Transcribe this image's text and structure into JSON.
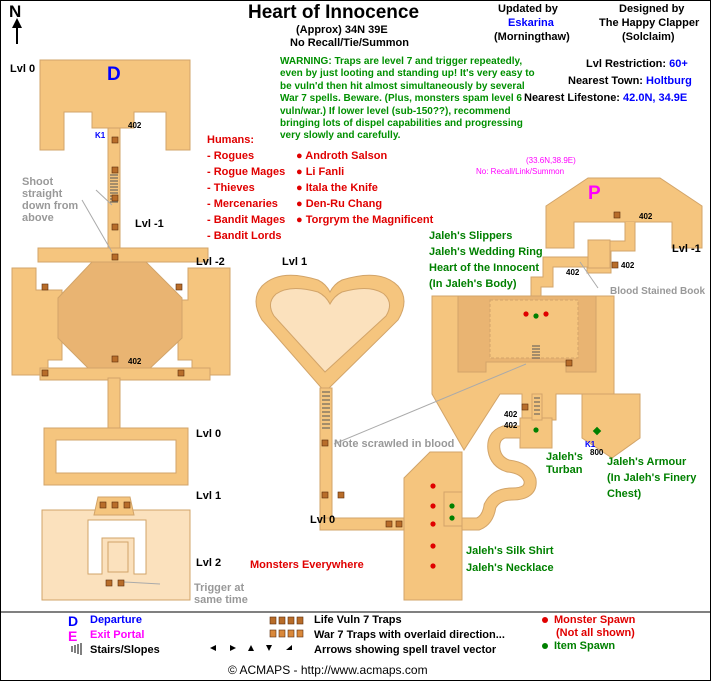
{
  "header": {
    "north": "N",
    "title": "Heart of Innocence",
    "subtitle": "(Approx) 34N 39E",
    "restrictions": "No Recall/Tie/Summon",
    "updated_label": "Updated by",
    "updated_name": "Eskarina",
    "updated_server": "(Morningthaw)",
    "designed_label": "Designed by",
    "designed_name": "The Happy Clapper",
    "designed_server": "(Solclaim)"
  },
  "warning": "WARNING: Traps are level 7 and trigger repeatedly, even by just looting and standing up! It's very easy to be vuln'd then hit almost simultaneously by several War 7 spells. Beware. (Plus, monsters spam level 6 vuln/war.) If lower level (sub-150??), recommend bringing lots of dispel capabilities and progressing very slowly and carefully.",
  "info": {
    "lvl_restriction_label": "Lvl Restriction:",
    "lvl_restriction_value": "60+",
    "nearest_town_label": "Nearest Town:",
    "nearest_town_value": "Holtburg",
    "nearest_lifestone_label": "Nearest Lifestone:",
    "nearest_lifestone_value": "42.0N, 34.9E"
  },
  "humans": {
    "heading": "Humans:",
    "groups": [
      "- Rogues",
      "- Rogue Mages",
      "- Thieves",
      "- Mercenaries",
      "- Bandit Mages",
      "- Bandit Lords"
    ],
    "named": [
      "Androth Salson",
      "Li Fanli",
      "Itala the Knife",
      "Den-Ru Chang",
      "Torgrym the Magnificent"
    ]
  },
  "levels": {
    "lvl0_top": "Lvl 0",
    "lvl_m1_left": "Lvl -1",
    "lvl_m2": "Lvl -2",
    "lvl0_mid": "Lvl 0",
    "lvl1_left": "Lvl 1",
    "lvl2": "Lvl 2",
    "lvl1_heart": "Lvl 1",
    "lvl0_heart": "Lvl 0",
    "lvl_m1_right": "Lvl -1"
  },
  "markers": {
    "departure": "D",
    "portal": "P",
    "k1": "K1",
    "n402": "402",
    "n800": "800"
  },
  "notes": {
    "shoot": "Shoot straight down from above",
    "trigger": "Trigger at same time",
    "monsters_everywhere": "Monsters Everywhere",
    "note_blood": "Note scrawled in blood",
    "blood_book": "Blood Stained Book",
    "portal_coords": "(33.6N,38.9E)",
    "portal_restrict": "No: Recall/Link/Summon"
  },
  "items": {
    "slippers": "Jaleh's Slippers",
    "ring": "Jaleh's Wedding Ring",
    "heart": "Heart of the Innocent",
    "heart_note": "(In Jaleh's Body)",
    "turban_1": "Jaleh's",
    "turban_2": "Turban",
    "armour": "Jaleh's Armour",
    "armour_note_1": "(In Jaleh's Finery",
    "armour_note_2": "Chest)",
    "silk_shirt": "Jaleh's Silk Shirt",
    "necklace": "Jaleh's Necklace"
  },
  "legend": {
    "departure": "Departure",
    "exit_portal": "Exit Portal",
    "stairs": "Stairs/Slopes",
    "life_traps": "Life Vuln 7 Traps",
    "war_traps": "War 7 Traps with overlaid direction...",
    "arrows": "Arrows showing spell travel vector",
    "monster_spawn": "Monster Spawn",
    "monster_spawn_note": "(Not all shown)",
    "item_spawn": "Item Spawn"
  },
  "footer": "© ACMAPS - http://www.acmaps.com",
  "colors": {
    "room": "#f5c57e",
    "room_light": "#fbe1bd",
    "room_dark": "#dba766",
    "wall": "#d2a469",
    "hub_floor": "#e9b472",
    "red": "#e00000",
    "green": "#008000",
    "blue": "#0000ff",
    "magenta": "#ff00ff"
  }
}
